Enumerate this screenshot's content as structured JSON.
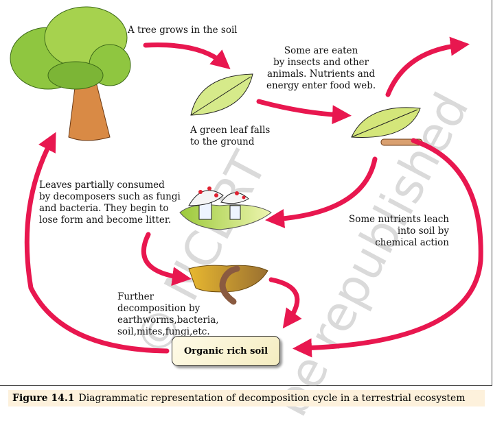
{
  "labels": {
    "tree": "A tree grows in the soil",
    "eaten": "Some are eaten\nby insects and other\nanimals. Nutrients and\nenergy enter food web.",
    "leaf_falls": "A green leaf falls\nto the ground",
    "partial": "Leaves partially consumed\nby decomposers such as fungi\nand bacteria. They begin to\nlose form and become litter.",
    "leach": "Some nutrients leach\ninto soil by\nchemical action",
    "further": "Further\ndecomposition by\nearthworms,bacteria,\nsoil,mites,fungi,etc.",
    "soil": "Organic rich soil"
  },
  "caption": {
    "number": "Figure 14.1",
    "text": "Diagrammatic representation of decomposition cycle in a terrestrial ecosystem"
  },
  "watermark": {
    "line1": "© NCERT",
    "line2": "be republished"
  },
  "colors": {
    "arrow": "#e8174f",
    "caption_bg": "#fdf1dc"
  }
}
